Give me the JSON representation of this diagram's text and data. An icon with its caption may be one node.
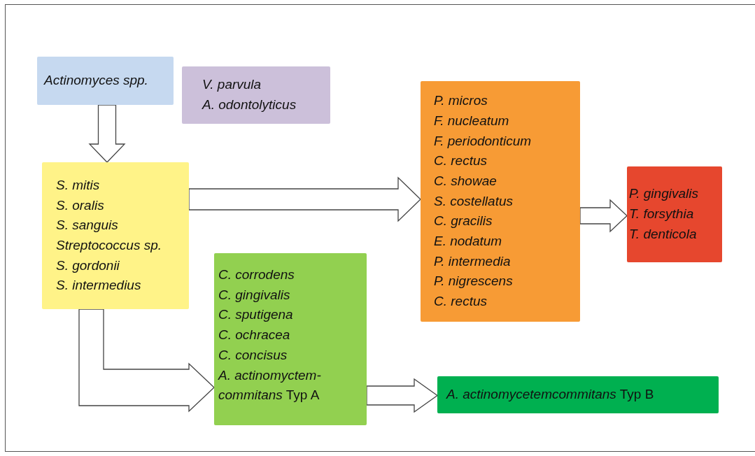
{
  "diagram": {
    "nodes": [
      {
        "text": [
          "Actinomyces spp."
        ]
      },
      {
        "text": [
          "V. parvula",
          "A. odontolyticus"
        ]
      },
      {
        "text": [
          "S. mitis",
          "S. oralis",
          "S. sanguis",
          "Streptococcus sp.",
          "S. gordonii",
          "S. intermedius"
        ]
      },
      {
        "text": [
          "P. micros",
          "F. nucleatum",
          "F. periodonticum",
          "C. rectus",
          "C. showae",
          "S. costellatus",
          "C. gracilis",
          "E. nodatum",
          "P. intermedia",
          "P. nigrescens",
          "C. rectus"
        ]
      },
      {
        "text": [
          "P. gingivalis",
          "T. forsythia",
          "T. denticola"
        ]
      },
      {
        "text": [
          "C. corrodens",
          "C. gingivalis",
          "C. sputigena",
          "C. ochracea",
          "C. concisus",
          "*A. actinomyctem- commitans* Typ A"
        ]
      },
      {
        "text": [
          "*A. actinomycetemcommitans* Typ B"
        ]
      }
    ],
    "edges": [
      {
        "from": 0,
        "to": 2,
        "arrow": "to"
      },
      {
        "from": 2,
        "to": 3,
        "arrow": "to"
      },
      {
        "from": 3,
        "to": 4,
        "arrow": "to"
      },
      {
        "from": 2,
        "to": 5,
        "arrow": "to"
      },
      {
        "from": 5,
        "to": 6,
        "arrow": "to"
      }
    ]
  }
}
